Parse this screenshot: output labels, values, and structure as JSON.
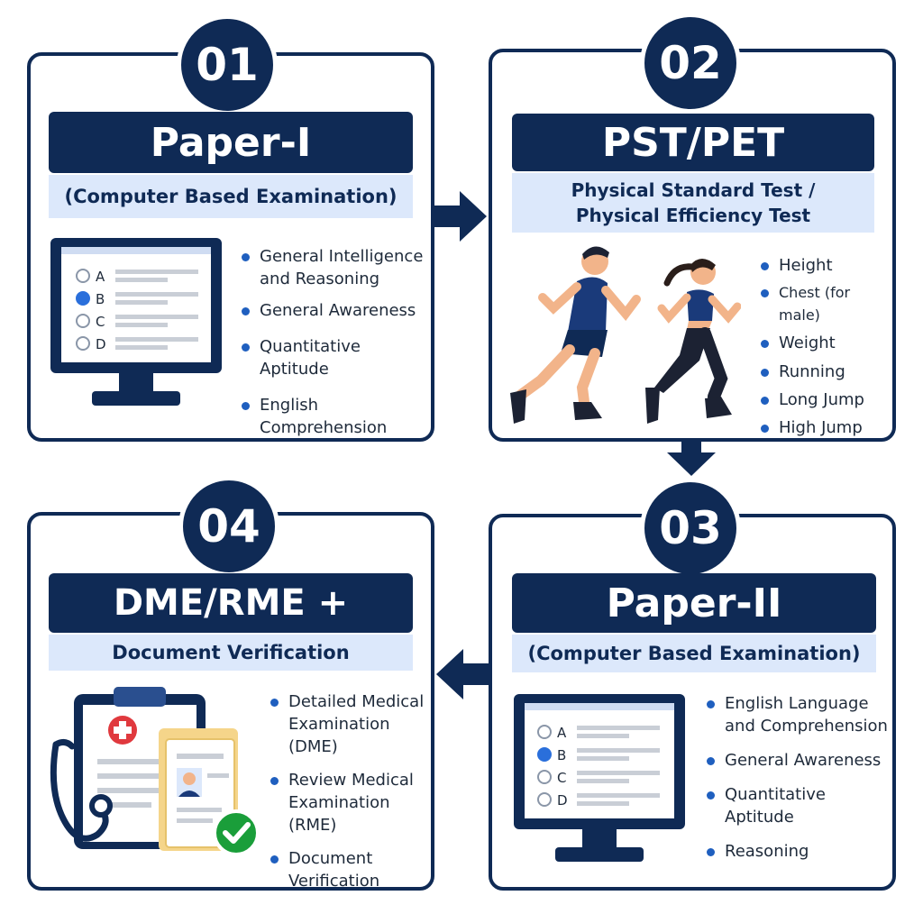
{
  "steps": [
    {
      "number": "01",
      "title": "Paper-I",
      "subtitle": "(Computer Based Examination)",
      "items": [
        "General Intelligence and Reasoning",
        "General Awareness",
        "Quantitative Aptitude",
        "English Comprehension"
      ],
      "options": [
        "A",
        "B",
        "C",
        "D"
      ]
    },
    {
      "number": "02",
      "title": "PST/PET",
      "subtitle_lines": [
        "Physical Standard Test /",
        "Physical Efficiency Test"
      ],
      "items": [
        "Height",
        "Chest (for male)",
        "Weight",
        "Running",
        "Long Jump",
        "High Jump"
      ]
    },
    {
      "number": "03",
      "title": "Paper-II",
      "subtitle": "(Computer Based Examination)",
      "items": [
        "English Language and Comprehension",
        "General Awareness",
        "Quantitative Aptitude",
        "Reasoning"
      ],
      "options": [
        "A",
        "B",
        "C",
        "D"
      ]
    },
    {
      "number": "04",
      "title": "DME/RME +",
      "subtitle": "Document Verification",
      "items": [
        "Detailed Medical Examination (DME)",
        "Review Medical Examination (RME)",
        "Document Verification"
      ]
    }
  ],
  "colors": {
    "navy": "#0f2a55",
    "light_blue": "#dce8fb",
    "bullet_blue": "#1f5fbf",
    "check_green": "#1a9e3a",
    "cross_red": "#e0393e"
  },
  "icons": [
    "monitor-icon",
    "runners-icon",
    "clipboard-icon",
    "stethoscope-icon",
    "id-document-icon",
    "check-icon",
    "arrow-icon"
  ]
}
